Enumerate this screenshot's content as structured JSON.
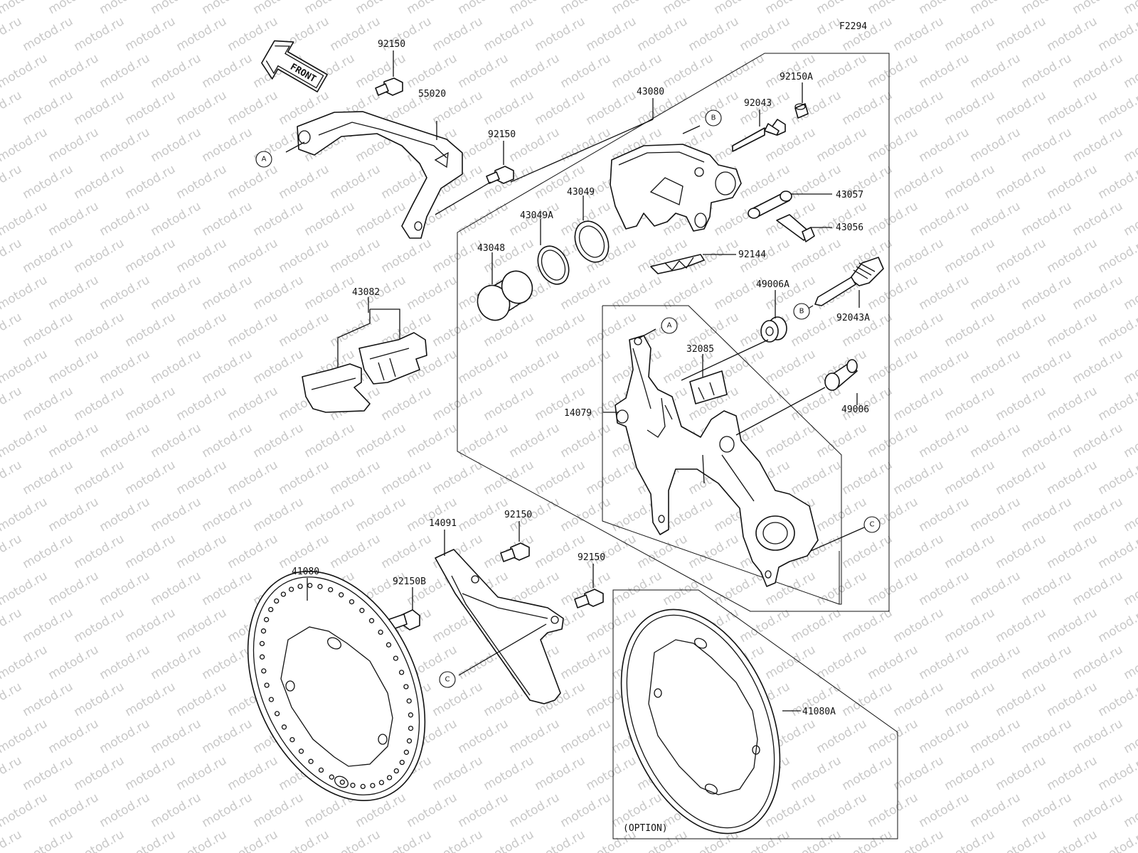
{
  "figure_code": "F2294",
  "front_label": "FRONT",
  "option_label": "(OPTION)",
  "watermark": "motod.ru",
  "parts": [
    {
      "id": "p-92150-top",
      "number": "92150"
    },
    {
      "id": "p-55020",
      "number": "55020"
    },
    {
      "id": "p-92150-mid",
      "number": "92150"
    },
    {
      "id": "p-43080",
      "number": "43080"
    },
    {
      "id": "p-92043",
      "number": "92043"
    },
    {
      "id": "p-92150A",
      "number": "92150A"
    },
    {
      "id": "p-43049",
      "number": "43049"
    },
    {
      "id": "p-43049A",
      "number": "43049A"
    },
    {
      "id": "p-43048",
      "number": "43048"
    },
    {
      "id": "p-43057",
      "number": "43057"
    },
    {
      "id": "p-43056",
      "number": "43056"
    },
    {
      "id": "p-92144",
      "number": "92144"
    },
    {
      "id": "p-43082",
      "number": "43082"
    },
    {
      "id": "p-49006A",
      "number": "49006A"
    },
    {
      "id": "p-92043A",
      "number": "92043A"
    },
    {
      "id": "p-32085",
      "number": "32085"
    },
    {
      "id": "p-14079",
      "number": "14079"
    },
    {
      "id": "p-49006",
      "number": "49006"
    },
    {
      "id": "p-14091",
      "number": "14091"
    },
    {
      "id": "p-92150-low1",
      "number": "92150"
    },
    {
      "id": "p-92150-low2",
      "number": "92150"
    },
    {
      "id": "p-41080",
      "number": "41080"
    },
    {
      "id": "p-92150B",
      "number": "92150B"
    },
    {
      "id": "p-41080A",
      "number": "41080A"
    }
  ],
  "refs": {
    "a": "A",
    "b": "B",
    "c": "C"
  }
}
